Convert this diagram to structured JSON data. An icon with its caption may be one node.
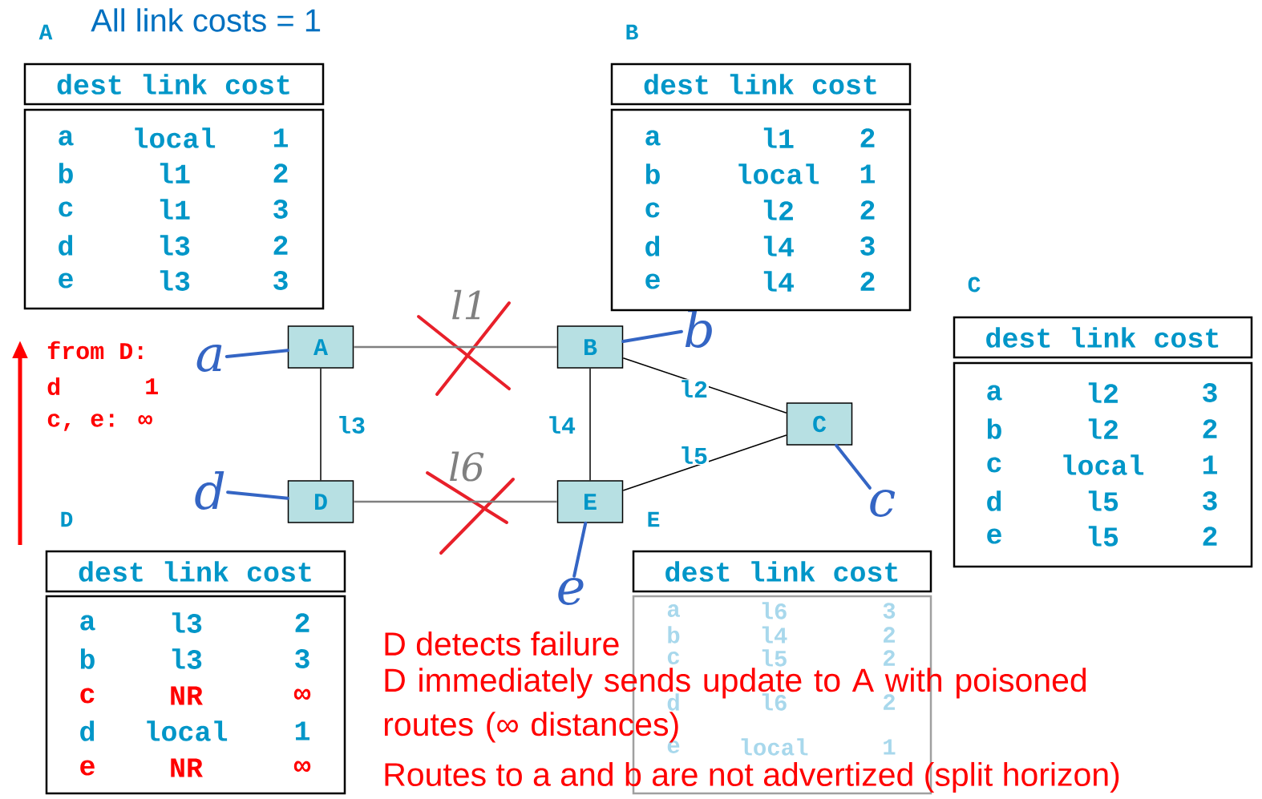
{
  "diagram": {
    "title": "All link costs = 1",
    "nodes": [
      {
        "text": [
          "A"
        ]
      },
      {
        "text": [
          "B"
        ]
      },
      {
        "text": [
          "C"
        ]
      },
      {
        "text": [
          "D"
        ]
      },
      {
        "text": [
          "E"
        ]
      },
      {
        "text": [
          "a"
        ]
      },
      {
        "text": [
          "b"
        ]
      },
      {
        "text": [
          "c"
        ]
      },
      {
        "text": [
          "d"
        ]
      },
      {
        "text": [
          "e"
        ]
      },
      {
        "text": [
          "dest link cost"
        ],
        "beside": [
          "A"
        ]
      },
      {
        "text": [
          "a",
          "local",
          "1",
          "b",
          "l1",
          "2",
          "c",
          "l1",
          "3",
          "d",
          "l3",
          "2",
          "e",
          "l3",
          "3"
        ]
      },
      {
        "text": [
          "dest link cost"
        ],
        "beside": [
          "B"
        ]
      },
      {
        "text": [
          "a",
          "l1",
          "2",
          "b",
          "local",
          "1",
          "c",
          "l2",
          "2",
          "d",
          "l4",
          "3",
          "e",
          "l4",
          "2"
        ]
      },
      {
        "text": [
          "dest link cost"
        ],
        "beside": [
          "C"
        ]
      },
      {
        "text": [
          "a",
          "l2",
          "3",
          "b",
          "l2",
          "2",
          "c",
          "local",
          "1",
          "d",
          "l5",
          "3",
          "e",
          "l5",
          "2"
        ]
      },
      {
        "text": [
          "dest link cost"
        ],
        "beside": [
          "D"
        ]
      },
      {
        "text": [
          "a",
          "l3",
          "2",
          "b",
          "l3",
          "3",
          "c",
          "NR",
          "∞",
          "d",
          "local",
          "1",
          "e",
          "NR",
          "∞"
        ]
      },
      {
        "text": [
          "dest link cost"
        ],
        "beside": [
          "E"
        ]
      },
      {
        "text": [
          "a",
          "l6",
          "3",
          "b",
          "l4",
          "2",
          "c",
          "l5",
          "2",
          "d",
          "l6",
          "2",
          "e",
          "local",
          "1"
        ]
      }
    ],
    "edges": [
      {
        "from": 0,
        "to": 1,
        "arrow": "none",
        "label": "l1",
        "color": "#808080"
      },
      {
        "from": 0,
        "to": 3,
        "arrow": "none",
        "label": "l3",
        "color": "#000000"
      },
      {
        "from": 1,
        "to": 4,
        "arrow": "none",
        "label": "l4",
        "color": "#000000"
      },
      {
        "from": 1,
        "to": 2,
        "arrow": "none",
        "label": "l2",
        "color": "#000000"
      },
      {
        "from": 4,
        "to": 2,
        "arrow": "none",
        "label": "l5",
        "color": "#000000"
      },
      {
        "from": 3,
        "to": 4,
        "arrow": "none",
        "label": "l6",
        "color": "#808080"
      },
      {
        "from": 5,
        "to": 0,
        "arrow": "none",
        "color": "#3465c4"
      },
      {
        "from": 6,
        "to": 1,
        "arrow": "none",
        "color": "#3465c4"
      },
      {
        "from": 7,
        "to": 2,
        "arrow": "none",
        "color": "#3465c4"
      },
      {
        "from": 8,
        "to": 3,
        "arrow": "none",
        "color": "#3465c4"
      },
      {
        "from": 9,
        "to": 4,
        "arrow": "none",
        "color": "#3465c4"
      }
    ],
    "labels": [
      "from D:",
      "d",
      "1",
      "c, e: ∞",
      "D detects failure",
      "D immediately sends update to A with poisoned routes (∞ distances)",
      "Routes to a and b are not advertized (split horizon)"
    ]
  }
}
